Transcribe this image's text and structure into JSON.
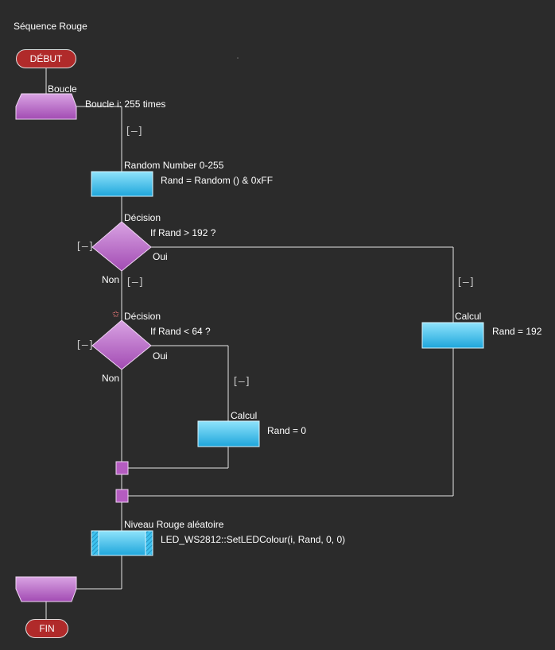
{
  "title": "Séquence Rouge",
  "start_label": "DÉBUT",
  "end_label": "FIN",
  "collapse_label": "[–]",
  "loop": {
    "label": "Boucle",
    "description": "Boucle i: 255 times"
  },
  "random_block": {
    "label": "Random Number 0-255",
    "code": "Rand = Random () & 0xFF"
  },
  "decision1": {
    "label": "Décision",
    "condition": "If  Rand > 192 ?",
    "yes": "Oui",
    "no": "Non"
  },
  "decision2": {
    "label": "Décision",
    "condition": "If  Rand < 64 ?",
    "yes": "Oui",
    "no": "Non"
  },
  "calc_192": {
    "label": "Calcul",
    "code": "Rand = 192"
  },
  "calc_0": {
    "label": "Calcul",
    "code": "Rand = 0"
  },
  "macro_block": {
    "label": "Niveau Rouge aléatoire",
    "code": "LED_WS2812::SetLEDColour(i, Rand, 0, 0)"
  },
  "colors": {
    "background": "#2b2b2b",
    "line": "#e6e6e6",
    "calc": "#29b6e8",
    "decision": "#b45cc0",
    "terminal": "#b02a2a"
  }
}
